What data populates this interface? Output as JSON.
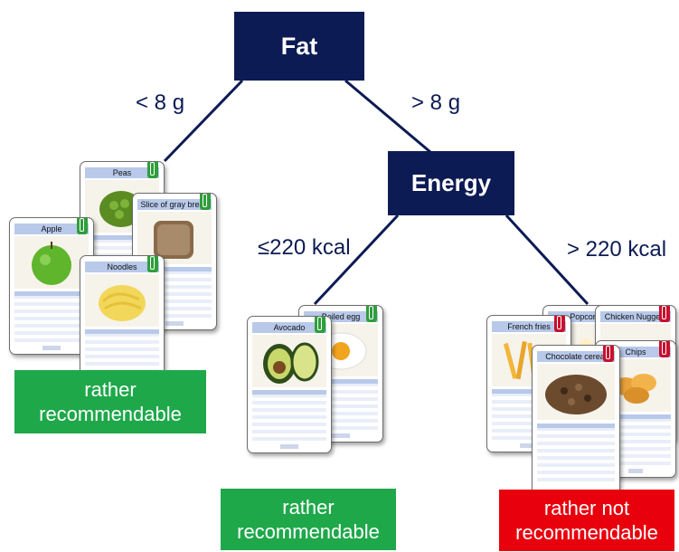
{
  "nodes": {
    "root": "Fat",
    "energy": "Energy"
  },
  "edges": {
    "lt8": "< 8 g",
    "gt8": "> 8 g",
    "le220": "≤220 kcal",
    "gt220": "> 220 kcal"
  },
  "results": {
    "left": "rather recommendable",
    "middle": "rather recommendable",
    "right": "rather not recommendable"
  },
  "cards": {
    "low_fat": [
      "Peas",
      "Slice of gray bread",
      "Apple",
      "Noodles"
    ],
    "low_energy": [
      "Boiled egg",
      "Avocado"
    ],
    "high_energy": [
      "Popcorn",
      "Chicken Nuggets",
      "French fries",
      "Chips",
      "Chocolate cereal"
    ]
  },
  "colors": {
    "node": "#0d1b54",
    "recommend": "#1ea84a",
    "not_recommend": "#e8000d",
    "clip_green": "#2e9e3a",
    "clip_red": "#c8102e"
  }
}
